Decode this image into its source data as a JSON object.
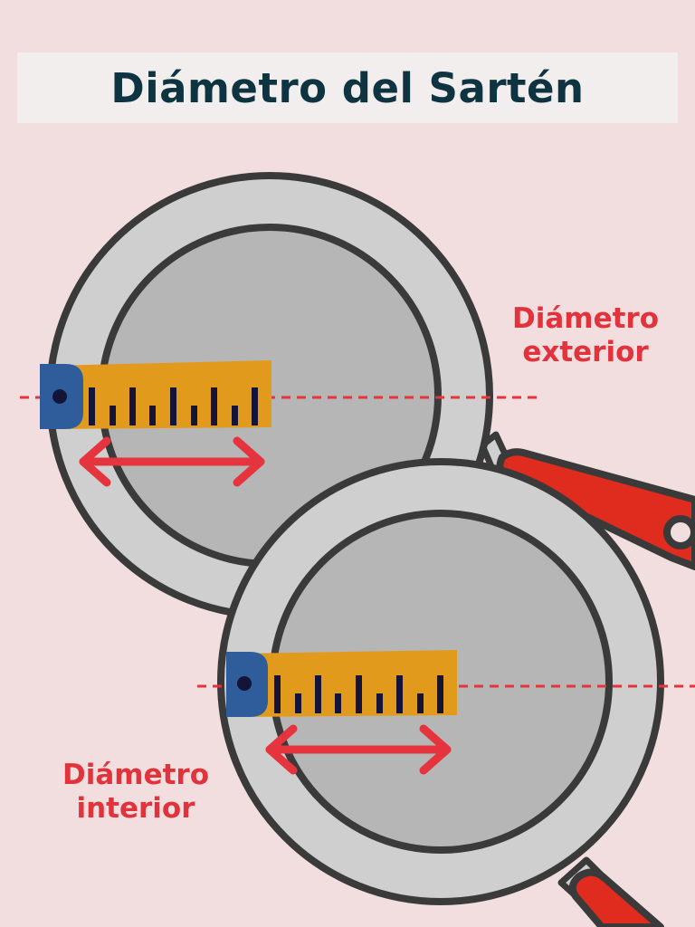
{
  "title": "Diámetro del Sartén",
  "labels": {
    "exterior_line1": "Diámetro",
    "exterior_line2": "exterior",
    "interior_line1": "Diámetro",
    "interior_line2": "interior"
  },
  "colors": {
    "background": "#f2dede",
    "title_bar": "#f3eeee",
    "title_text": "#0f3441",
    "label_text": "#e2323c",
    "pan_rim": "#cfcfcf",
    "pan_inner": "#b6b6b6",
    "pan_outline": "#3a3a3a",
    "handle": "#df2c1f",
    "tape_body": "#e29a1d",
    "tape_case": "#2f5c9a",
    "tape_ticks": "#141438",
    "arrow": "#e5343e",
    "dashed_line": "#e5343e"
  },
  "icons": {
    "pan": "frying-pan-icon",
    "tape": "measuring-tape-icon",
    "arrow": "double-arrow-icon"
  }
}
